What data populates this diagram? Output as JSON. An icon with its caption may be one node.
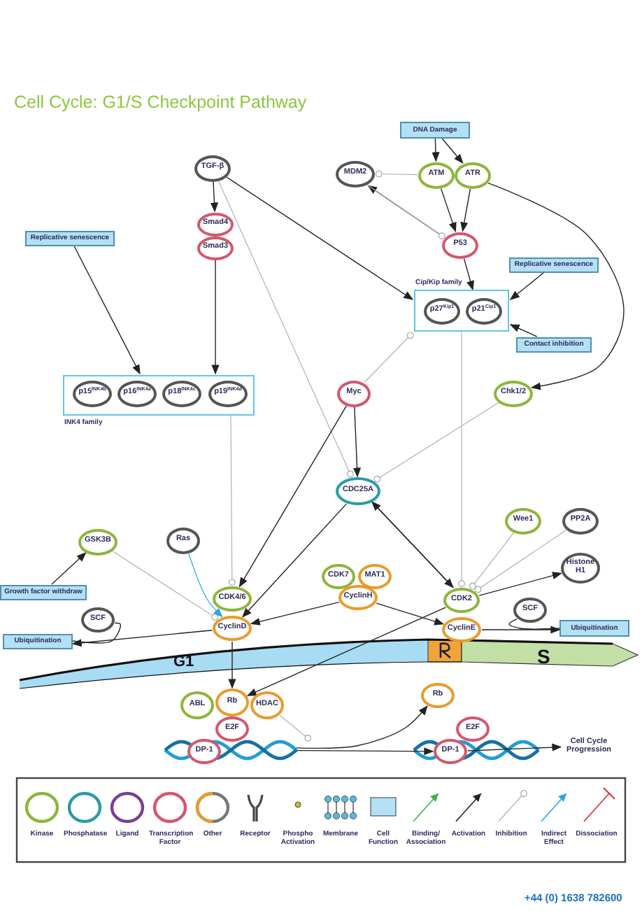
{
  "diagram": {
    "title": "Cell Cycle: G1/S Checkpoint Pathway",
    "nodes": [
      {
        "text": [
          "TGF-β"
        ]
      },
      {
        "text": [
          "Smad4"
        ]
      },
      {
        "text": [
          "Smad3"
        ]
      },
      {
        "text": [
          "Replicative senescence"
        ]
      },
      {
        "text": [
          "INK4 family"
        ]
      },
      {
        "text": [
          "p15$^{INK4b}$"
        ],
        "in": 4
      },
      {
        "text": [
          "p16$^{INK4a}$"
        ],
        "in": 4
      },
      {
        "text": [
          "p18$^{INK4c}$"
        ],
        "in": 4
      },
      {
        "text": [
          "p19$^{INK4d}$"
        ],
        "in": 4
      },
      {
        "text": [
          "DNA Damage"
        ]
      },
      {
        "text": [
          "MDM2"
        ]
      },
      {
        "text": [
          "ATM"
        ]
      },
      {
        "text": [
          "ATR"
        ]
      },
      {
        "text": [
          "P53"
        ]
      },
      {
        "text": [
          "Cip/Kip family"
        ]
      },
      {
        "text": [
          "p27$^{Kip1}$"
        ],
        "in": 14
      },
      {
        "text": [
          "p21$^{Cip1}$"
        ],
        "in": 14
      },
      {
        "text": [
          "Replicative senescence"
        ]
      },
      {
        "text": [
          "Contact inhibition"
        ]
      },
      {
        "text": [
          "Myc"
        ]
      },
      {
        "text": [
          "Chk1/2"
        ]
      },
      {
        "text": [
          "CDC25A"
        ]
      },
      {
        "text": [
          "GSK3B"
        ]
      },
      {
        "text": [
          "Ras"
        ]
      },
      {
        "text": [
          "CDK4/6"
        ]
      },
      {
        "text": [
          "CyclinD"
        ]
      },
      {
        "text": [
          "Growth factor withdraw"
        ]
      },
      {
        "text": [
          "SCF"
        ]
      },
      {
        "text": [
          "Ubiquitination"
        ]
      },
      {
        "text": [
          "Wee1"
        ]
      },
      {
        "text": [
          "PP2A"
        ]
      },
      {
        "text": [
          "CDK7"
        ]
      },
      {
        "text": [
          "MAT1"
        ]
      },
      {
        "text": [
          "CyclinH"
        ]
      },
      {
        "text": [
          "Histone H1"
        ]
      },
      {
        "text": [
          "CDK2"
        ]
      },
      {
        "text": [
          "CyclinE"
        ]
      },
      {
        "text": [
          "SCF"
        ]
      },
      {
        "text": [
          "Ubiquitination"
        ]
      },
      {
        "text": [
          "ABL"
        ]
      },
      {
        "text": [
          "Rb"
        ]
      },
      {
        "text": [
          "HDAC"
        ]
      },
      {
        "text": [
          "E2F"
        ]
      },
      {
        "text": [
          "DP-1"
        ]
      },
      {
        "text": [
          "Rb"
        ]
      },
      {
        "text": [
          "E2F"
        ]
      },
      {
        "text": [
          "DP-1"
        ]
      },
      {
        "text": [
          "Cell Cycle Progression"
        ]
      },
      {
        "text": [],
        "shape": "picture"
      }
    ],
    "edges": [
      {
        "from": 0,
        "to": 1,
        "arrow": "to"
      },
      {
        "from": 2,
        "to": 4,
        "arrow": "to"
      },
      {
        "from": 3,
        "to": 4,
        "arrow": "to"
      },
      {
        "from": 0,
        "to": 14,
        "arrow": "to"
      },
      {
        "from": 0,
        "to": 21,
        "arrow": "other",
        "color": "#b0b0b0"
      },
      {
        "from": 9,
        "to": 11,
        "arrow": "to"
      },
      {
        "from": 9,
        "to": 12,
        "arrow": "to"
      },
      {
        "from": 11,
        "to": 10,
        "arrow": "other",
        "color": "#b0b0b0"
      },
      {
        "from": 11,
        "to": 13,
        "arrow": "to"
      },
      {
        "from": 12,
        "to": 13,
        "arrow": "to"
      },
      {
        "from": 13,
        "to": 10,
        "arrow": "to"
      },
      {
        "from": 10,
        "to": 13,
        "arrow": "other",
        "color": "#b0b0b0"
      },
      {
        "from": 13,
        "to": 14,
        "arrow": "to"
      },
      {
        "from": 17,
        "to": 14,
        "arrow": "to"
      },
      {
        "from": 18,
        "to": 14,
        "arrow": "to"
      },
      {
        "from": 12,
        "to": 20,
        "arrow": "to"
      },
      {
        "from": 19,
        "to": 14,
        "arrow": "other",
        "color": "#b0b0b0"
      },
      {
        "from": 14,
        "to": 35,
        "arrow": "other",
        "color": "#b0b0b0"
      },
      {
        "from": 4,
        "to": 24,
        "arrow": "other",
        "color": "#b0b0b0"
      },
      {
        "from": 19,
        "to": 21,
        "arrow": "to"
      },
      {
        "from": 20,
        "to": 21,
        "arrow": "other",
        "color": "#b0b0b0"
      },
      {
        "from": 19,
        "to": 24,
        "arrow": "to"
      },
      {
        "from": 21,
        "to": 25,
        "arrow": "to"
      },
      {
        "from": 33,
        "to": 25,
        "arrow": "to"
      },
      {
        "from": 21,
        "to": 35,
        "arrow": "to"
      },
      {
        "from": 35,
        "to": 21,
        "arrow": "to"
      },
      {
        "from": 29,
        "to": 35,
        "arrow": "other",
        "color": "#b0b0b0"
      },
      {
        "from": 30,
        "to": 35,
        "arrow": "other",
        "color": "#b0b0b0"
      },
      {
        "from": 35,
        "to": 34,
        "arrow": "to"
      },
      {
        "from": 33,
        "to": 36,
        "arrow": "to"
      },
      {
        "from": 36,
        "to": 38,
        "arrow": "to"
      },
      {
        "from": 25,
        "to": 28,
        "arrow": "to"
      },
      {
        "from": 22,
        "to": 25,
        "arrow": "other",
        "color": "#b0b0b0"
      },
      {
        "from": 26,
        "to": 22,
        "arrow": "to"
      },
      {
        "from": 23,
        "to": 25,
        "arrow": "to",
        "color": "#29a8e0"
      },
      {
        "from": 25,
        "to": 40,
        "arrow": "to"
      },
      {
        "from": 35,
        "to": 40,
        "arrow": "to"
      },
      {
        "from": 41,
        "to": 48,
        "arrow": "other",
        "color": "#b0b0b0"
      },
      {
        "from": 48,
        "to": 46,
        "arrow": "to"
      },
      {
        "from": 48,
        "to": 44,
        "arrow": "to"
      },
      {
        "from": 46,
        "to": 47,
        "arrow": "to"
      },
      {
        "from": 27,
        "to": 28,
        "arrow": "none"
      },
      {
        "from": 37,
        "to": 38,
        "arrow": "none"
      }
    ],
    "labels": [
      "G1",
      "S",
      "+44 (0) 1638 782600"
    ],
    "legend": [
      {
        "text": "Kinase"
      },
      {
        "text": "Phosphatase"
      },
      {
        "text": "Ligand"
      },
      {
        "text": "Transcription Factor"
      },
      {
        "text": "Other"
      },
      {
        "text": "Receptor"
      },
      {
        "text": "Phospho Activation"
      },
      {
        "text": "Membrane"
      },
      {
        "text": "Cell Function"
      },
      {
        "text": "Binding/ Association"
      },
      {
        "text": "Activation"
      },
      {
        "text": "Inhibition"
      },
      {
        "text": "Indirect Effect"
      },
      {
        "text": "Dissociation"
      }
    ]
  }
}
